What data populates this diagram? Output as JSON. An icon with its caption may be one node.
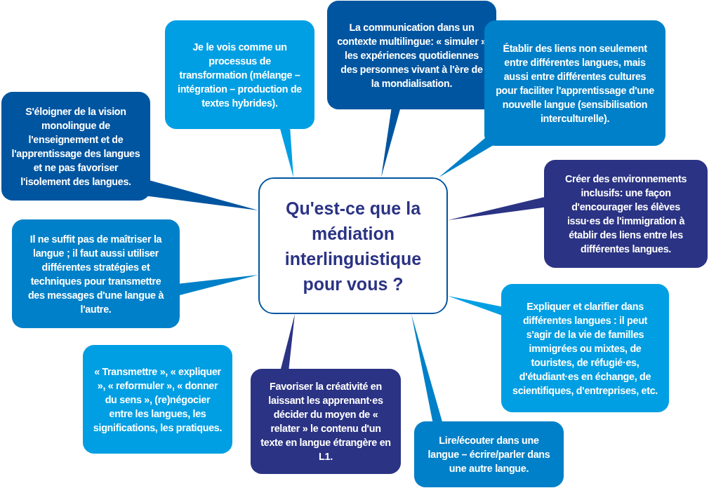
{
  "diagram": {
    "nodes": [
      {
        "text": [
          "Qu'est-ce que la médiation interlinguistique pour vous ?"
        ]
      },
      {
        "text": [
          "S'éloigner de la vision monolingue de l'enseignement et de l'apprentissage des langues et ne pas favoriser l'isolement des langues."
        ]
      },
      {
        "text": [
          "Je le vois comme un processus de transformation (mélange – intégration – production de textes hybrides)."
        ]
      },
      {
        "text": [
          "La communication dans un contexte multilingue: « simuler » les expériences quotidiennes des personnes vivant à l'ère de la mondialisation."
        ]
      },
      {
        "text": [
          "Établir des liens non seulement entre différentes langues, mais aussi entre différentes cultures pour faciliter l'apprentissage d'une nouvelle langue (sensibilisation interculturelle)."
        ]
      },
      {
        "text": [
          "Créer des environnements inclusifs: une façon d'encourager les élèves issu·es de l'immigration à établir des liens entre les différentes langues."
        ]
      },
      {
        "text": [
          "Il ne suffit pas de maîtriser la langue ; il faut aussi utiliser différentes stratégies et techniques pour transmettre des messages d'une langue à l'autre."
        ]
      },
      {
        "text": [
          "« Transmettre », « expliquer », « reformuler », « donner du sens », (re)négocier entre les langues, les significations, les pratiques."
        ]
      },
      {
        "text": [
          "Favoriser la créativité en laissant les apprenant·es décider du moyen de « relater » le contenu d'un texte en langue étrangère en L1."
        ]
      },
      {
        "text": [
          "Expliquer et clarifier dans différentes langues : il peut s'agir de la vie de familles immigrées ou mixtes, de touristes, de réfugié·es, d'étudiant·es en échange, de scientifiques, d'entreprises, etc."
        ]
      },
      {
        "text": [
          "Lire/écouter dans une langue – écrire/parler dans une autre langue."
        ]
      }
    ],
    "edges": [
      {
        "from": 1,
        "to": 0,
        "arrow": "none"
      },
      {
        "from": 2,
        "to": 0,
        "arrow": "none"
      },
      {
        "from": 3,
        "to": 0,
        "arrow": "none"
      },
      {
        "from": 4,
        "to": 0,
        "arrow": "none"
      },
      {
        "from": 5,
        "to": 0,
        "arrow": "none"
      },
      {
        "from": 6,
        "to": 0,
        "arrow": "none"
      },
      {
        "from": 8,
        "to": 0,
        "arrow": "none"
      },
      {
        "from": 9,
        "to": 0,
        "arrow": "none"
      },
      {
        "from": 10,
        "to": 0,
        "arrow": "none"
      }
    ]
  }
}
